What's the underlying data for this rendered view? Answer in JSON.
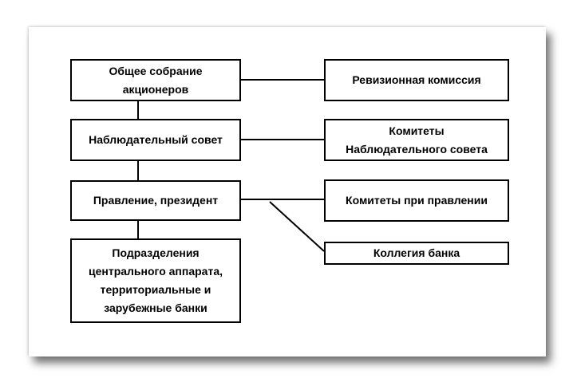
{
  "diagram": {
    "nodes": {
      "general_meeting": [
        "Общее собрание",
        "акционеров"
      ],
      "supervisory_board": [
        "Наблюдательный совет"
      ],
      "management": [
        "Правление, президент"
      ],
      "divisions": [
        "Подразделения",
        "центрального аппарата,",
        "территориальные и",
        "зарубежные банки"
      ],
      "audit_commission": [
        "Ревизионная комиссия"
      ],
      "board_committees": [
        "Комитеты",
        "Наблюдательного совета"
      ],
      "management_committees": [
        "Комитеты при правлении"
      ],
      "bank_collegium": [
        "Коллегия банка"
      ]
    },
    "edges": [
      [
        "general_meeting",
        "audit_commission"
      ],
      [
        "general_meeting",
        "supervisory_board"
      ],
      [
        "supervisory_board",
        "board_committees"
      ],
      [
        "supervisory_board",
        "management"
      ],
      [
        "management",
        "management_committees"
      ],
      [
        "management",
        "bank_collegium"
      ],
      [
        "management",
        "divisions"
      ]
    ]
  }
}
